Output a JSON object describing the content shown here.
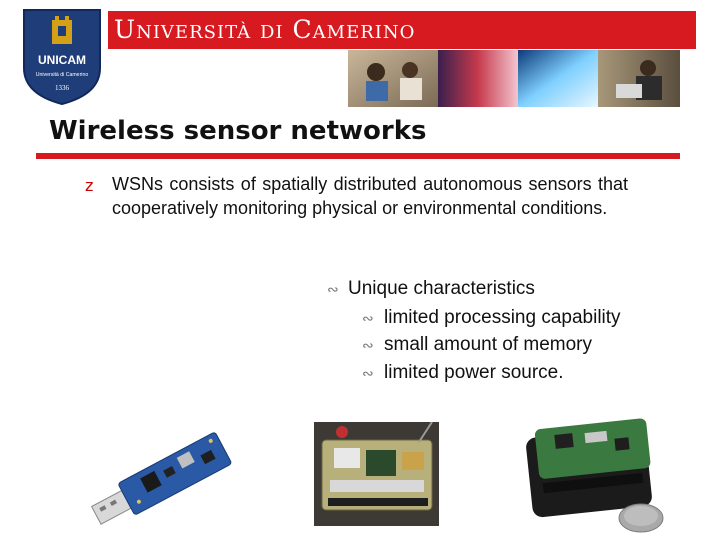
{
  "header": {
    "logo": {
      "name": "UNICAM",
      "subtitle": "Università di Camerino",
      "year": "1336"
    },
    "university_title": "Università di Camerino",
    "brand_red": "#d71920"
  },
  "slide": {
    "title": "Wireless sensor networks",
    "bullet_marker": "z",
    "bullet_text": "WSNs consists of spatially distributed autonomous sensors that cooperatively  monitoring physical or environmental conditions.",
    "sub_heading": "Unique characteristics",
    "sub_items": [
      "limited processing capability",
      "small amount of memory",
      "limited power source."
    ]
  },
  "icons": {
    "bullet": "z-bullet-icon",
    "sub_bullet": "wave-bullet-icon"
  }
}
